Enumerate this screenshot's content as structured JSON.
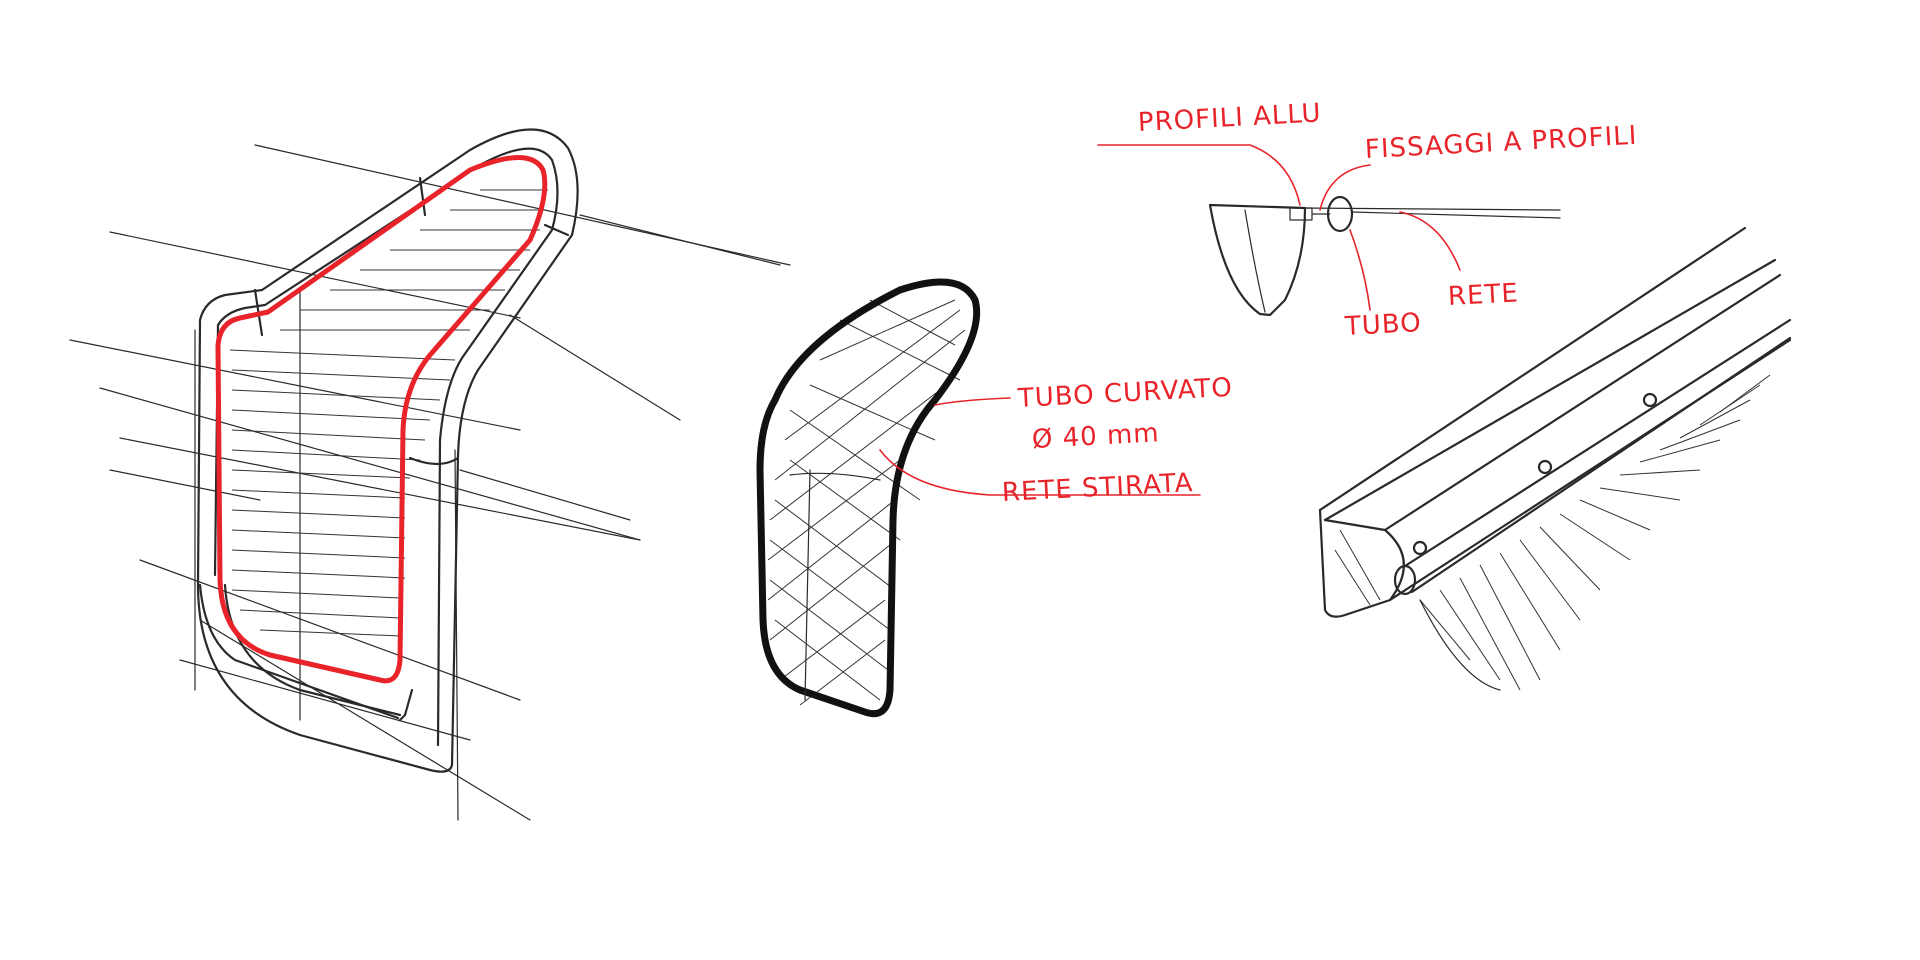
{
  "annotations": {
    "profili_allu": "PROFILI ALLU",
    "fissaggi": "FISSAGGI A PROFILI",
    "tubo": "TUBO",
    "rete": "RETE",
    "tubo_curvato": "TUBO CURVATO",
    "diametro": "Ø 40 mm",
    "rete_stirata": "RETE STIRATA"
  },
  "colors": {
    "pencil": "#2a2a2a",
    "annotation_red": "#e8232a",
    "paper": "#ffffff"
  }
}
